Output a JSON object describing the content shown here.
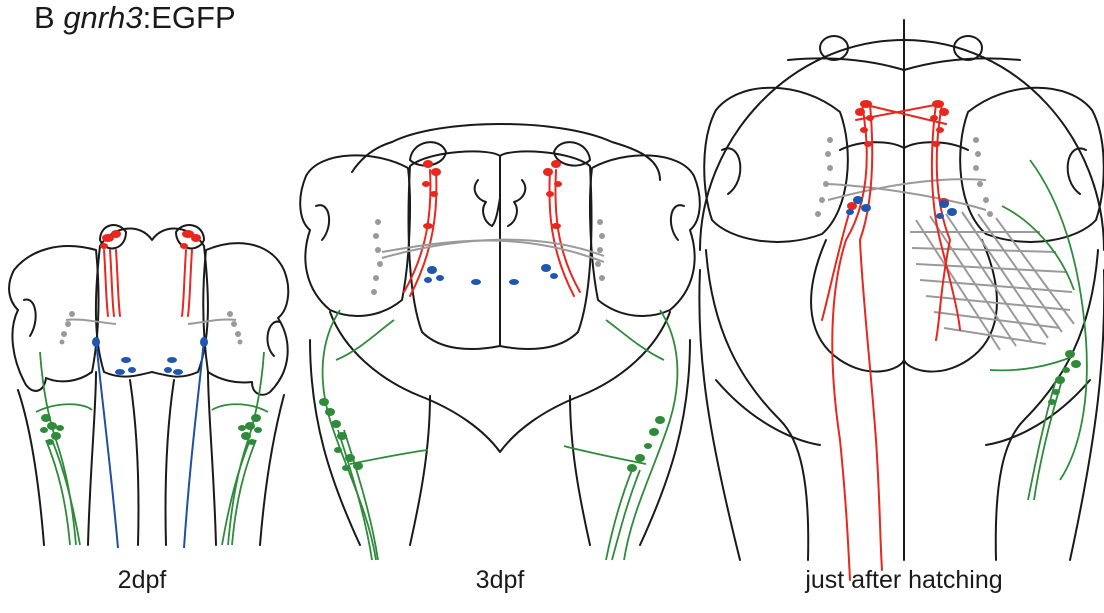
{
  "figure": {
    "panel_letter": "B",
    "gene": "gnrh3",
    "reporter": ":EGFP"
  },
  "panels": [
    {
      "label": "2dpf"
    },
    {
      "label": "3dpf"
    },
    {
      "label": "just after hatching"
    }
  ],
  "colors": {
    "outline": "#1a1a1a",
    "gnrh3_red": "#e8271f",
    "blue_cells": "#1f56b0",
    "green_cells": "#2e8b3a",
    "grey_fibers": "#9a9a9a"
  }
}
